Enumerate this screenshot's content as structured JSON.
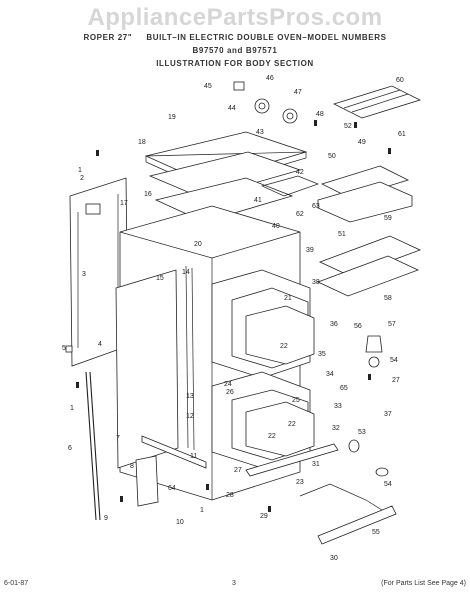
{
  "watermark": "AppliancePartsPros.com",
  "header": {
    "line1_left": "ROPER 27\"",
    "line1_right": "BUILT–IN ELECTRIC DOUBLE OVEN–MODEL NUMBERS",
    "line2": "B97570 and B97571",
    "line3": "ILLUSTRATION FOR BODY SECTION"
  },
  "footer": {
    "date": "6-01-87",
    "page": "3",
    "note": "(For Parts List See Page 4)"
  },
  "callouts": [
    {
      "n": "1"
    },
    {
      "n": "2"
    },
    {
      "n": "3"
    },
    {
      "n": "4"
    },
    {
      "n": "5"
    },
    {
      "n": "6"
    },
    {
      "n": "7"
    },
    {
      "n": "8"
    },
    {
      "n": "9"
    },
    {
      "n": "10"
    },
    {
      "n": "11"
    },
    {
      "n": "12"
    },
    {
      "n": "13"
    },
    {
      "n": "14"
    },
    {
      "n": "15"
    },
    {
      "n": "16"
    },
    {
      "n": "17"
    },
    {
      "n": "18"
    },
    {
      "n": "19"
    },
    {
      "n": "20"
    },
    {
      "n": "21"
    },
    {
      "n": "22"
    },
    {
      "n": "23"
    },
    {
      "n": "24"
    },
    {
      "n": "25"
    },
    {
      "n": "26"
    },
    {
      "n": "27"
    },
    {
      "n": "28"
    },
    {
      "n": "29"
    },
    {
      "n": "30"
    },
    {
      "n": "31"
    },
    {
      "n": "32"
    },
    {
      "n": "33"
    },
    {
      "n": "34"
    },
    {
      "n": "35"
    },
    {
      "n": "36"
    },
    {
      "n": "37"
    },
    {
      "n": "38"
    },
    {
      "n": "39"
    },
    {
      "n": "40"
    },
    {
      "n": "41"
    },
    {
      "n": "42"
    },
    {
      "n": "43"
    },
    {
      "n": "44"
    },
    {
      "n": "45"
    },
    {
      "n": "46"
    },
    {
      "n": "47"
    },
    {
      "n": "48"
    },
    {
      "n": "49"
    },
    {
      "n": "50"
    },
    {
      "n": "51"
    },
    {
      "n": "52"
    },
    {
      "n": "53"
    },
    {
      "n": "54"
    },
    {
      "n": "55"
    },
    {
      "n": "56"
    },
    {
      "n": "57"
    },
    {
      "n": "58"
    },
    {
      "n": "59"
    },
    {
      "n": "60"
    },
    {
      "n": "61"
    },
    {
      "n": "62"
    },
    {
      "n": "63"
    },
    {
      "n": "64"
    },
    {
      "n": "65"
    }
  ]
}
